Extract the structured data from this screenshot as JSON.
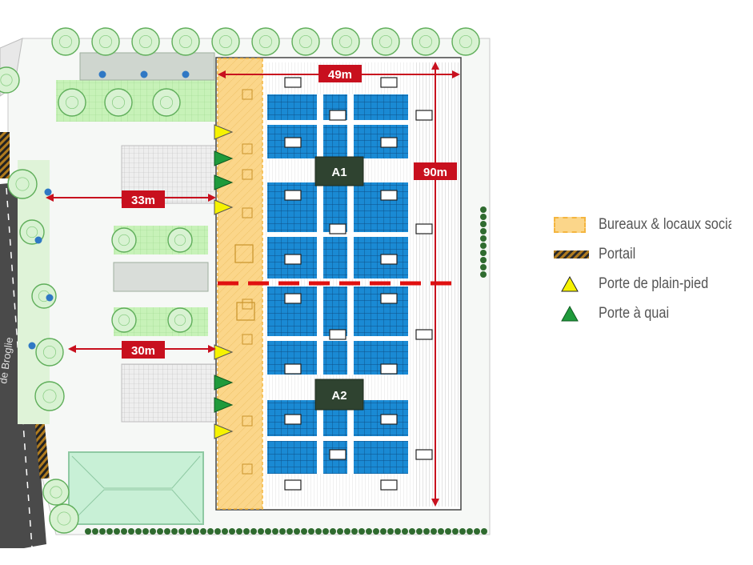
{
  "dimensions": {
    "width_total": "49m",
    "length_total": "90m",
    "parking_top": "33m",
    "parking_bottom": "30m"
  },
  "cells": {
    "cell_1": "A1",
    "cell_2": "A2"
  },
  "road_label": "de Broglie",
  "legend": [
    {
      "id": "bureaux",
      "label": "Bureaux & locaux sociaux",
      "color": "#fbd68a"
    },
    {
      "id": "portail",
      "label": "Portail",
      "color": "#b07b1e"
    },
    {
      "id": "plain-pied",
      "label": "Porte de plain-pied",
      "color": "#f6f200"
    },
    {
      "id": "quai",
      "label": "Porte à quai",
      "color": "#1f9a3b"
    }
  ],
  "colors": {
    "storage": "#1a8ad4",
    "offices": "#fbd68a",
    "dimension": "#c8101e",
    "cell_label": "#2f4330",
    "green_space": "#cfeecb",
    "road": "#4a4a4a"
  }
}
